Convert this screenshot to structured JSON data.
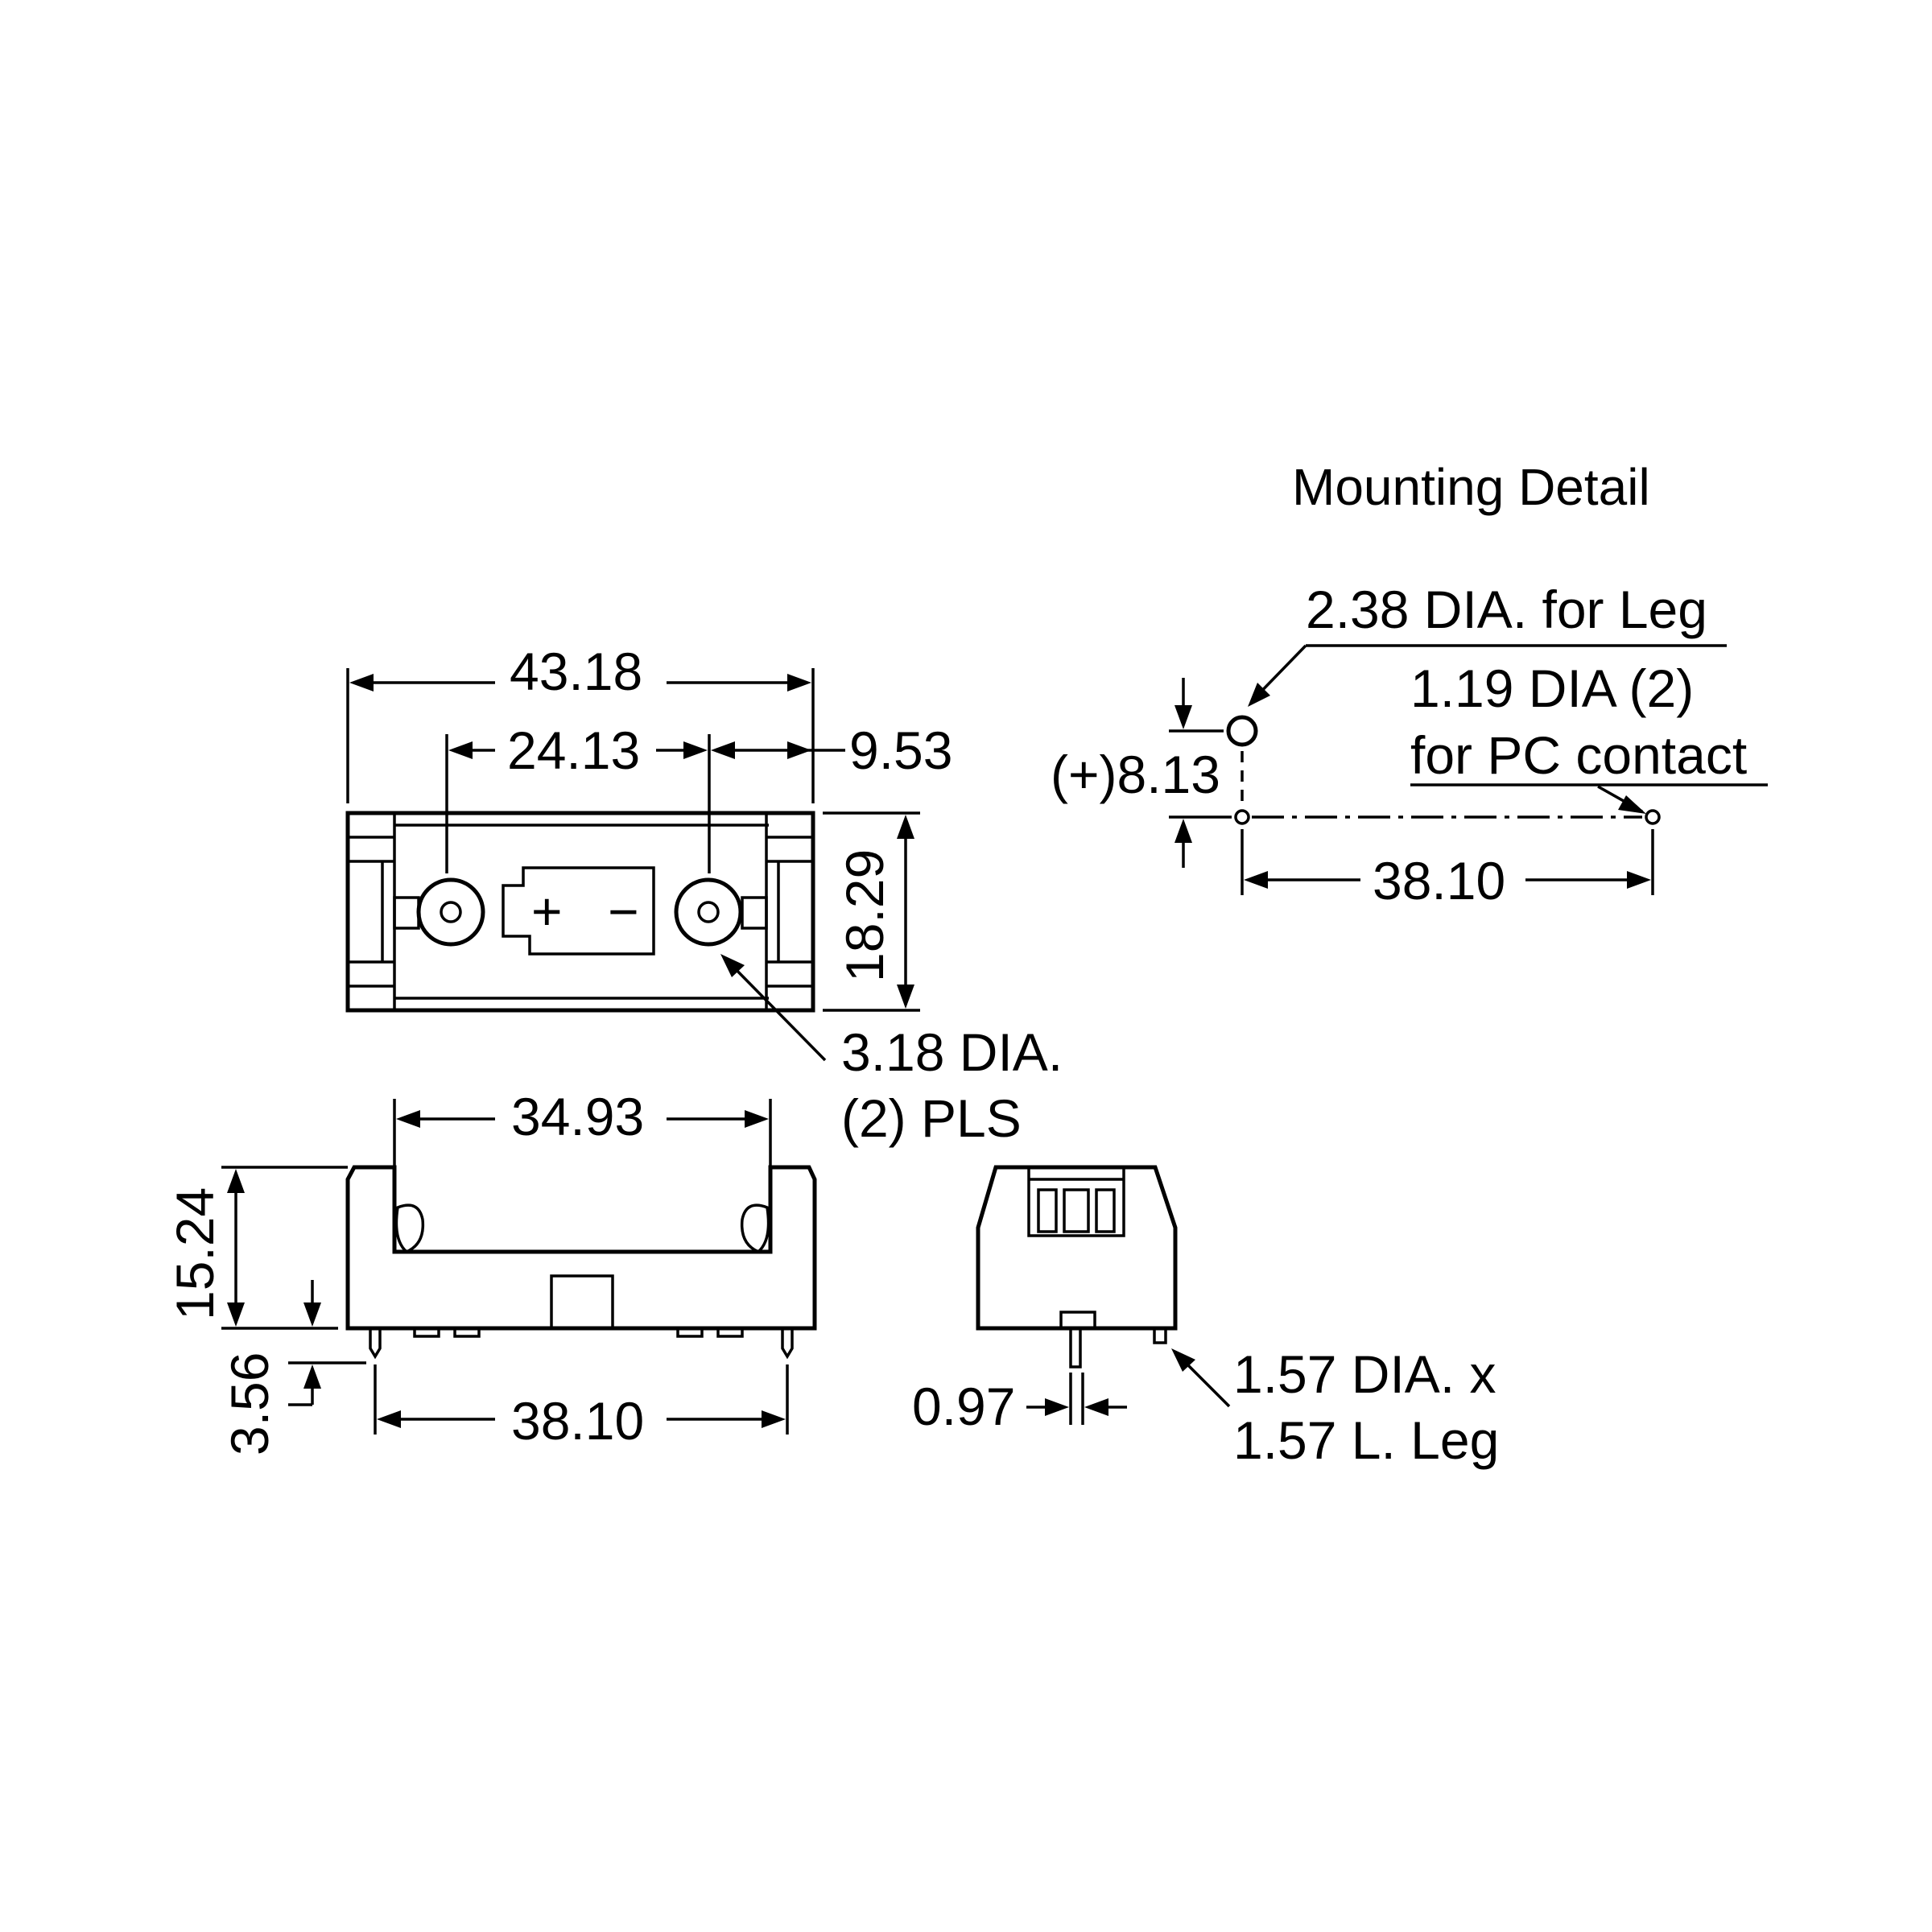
{
  "mounting_detail": {
    "title": "Mounting Detail",
    "leg_hole_label": "2.38 DIA. for Leg",
    "contact_hole_label_line1": "1.19 DIA (2)",
    "contact_hole_label_line2": "for PC contact",
    "offset_label": "(+)8.13",
    "pitch_label": "38.10"
  },
  "top_view": {
    "overall_width": "43.18",
    "pad_spacing": "24.13",
    "right_offset": "9.53",
    "depth": "18.29",
    "plus_symbol": "+",
    "minus_symbol": "−",
    "pad_label_line1": "3.18 DIA.",
    "pad_label_line2": "(2) PLS"
  },
  "front_view": {
    "inner_width": "34.93",
    "height": "15.24",
    "leg_length": "3.56",
    "leg_spacing": "38.10"
  },
  "side_view": {
    "contact_width": "0.97",
    "leg_label_line1": "1.57 DIA. x",
    "leg_label_line2": "1.57 L. Leg"
  }
}
